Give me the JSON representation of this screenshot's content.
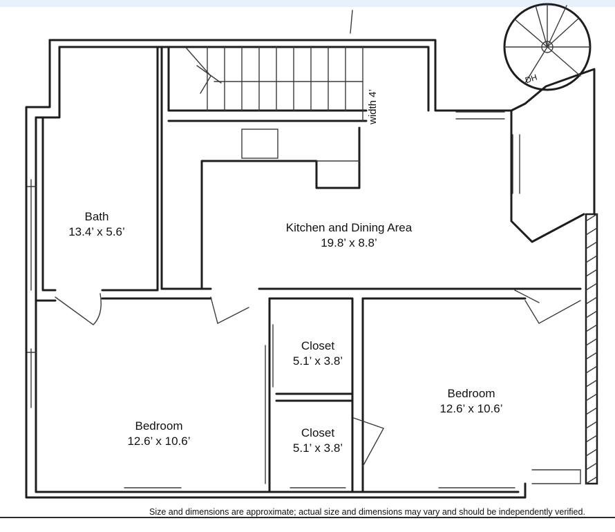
{
  "rooms": {
    "bath": {
      "name": "Bath",
      "size": "13.4’ x 5.6’"
    },
    "kitchen": {
      "name": "Kitchen and Dining Area",
      "size": "19.8’ x 8.8’"
    },
    "closet_upper": {
      "name": "Closet",
      "size": "5.1’ x 3.8’"
    },
    "closet_lower": {
      "name": "Closet",
      "size": "5.1’ x 3.8’"
    },
    "bedroom_left": {
      "name": "Bedroom",
      "size": "12.6’ x 10.6’"
    },
    "bedroom_right": {
      "name": "Bedroom",
      "size": "12.6’ x 10.6’"
    }
  },
  "annotations": {
    "stair_width": "width 4’",
    "spiral_label": "DH"
  },
  "disclaimer": "Size and dimensions are approximate; actual size and dimensions may vary and should be independently verified."
}
